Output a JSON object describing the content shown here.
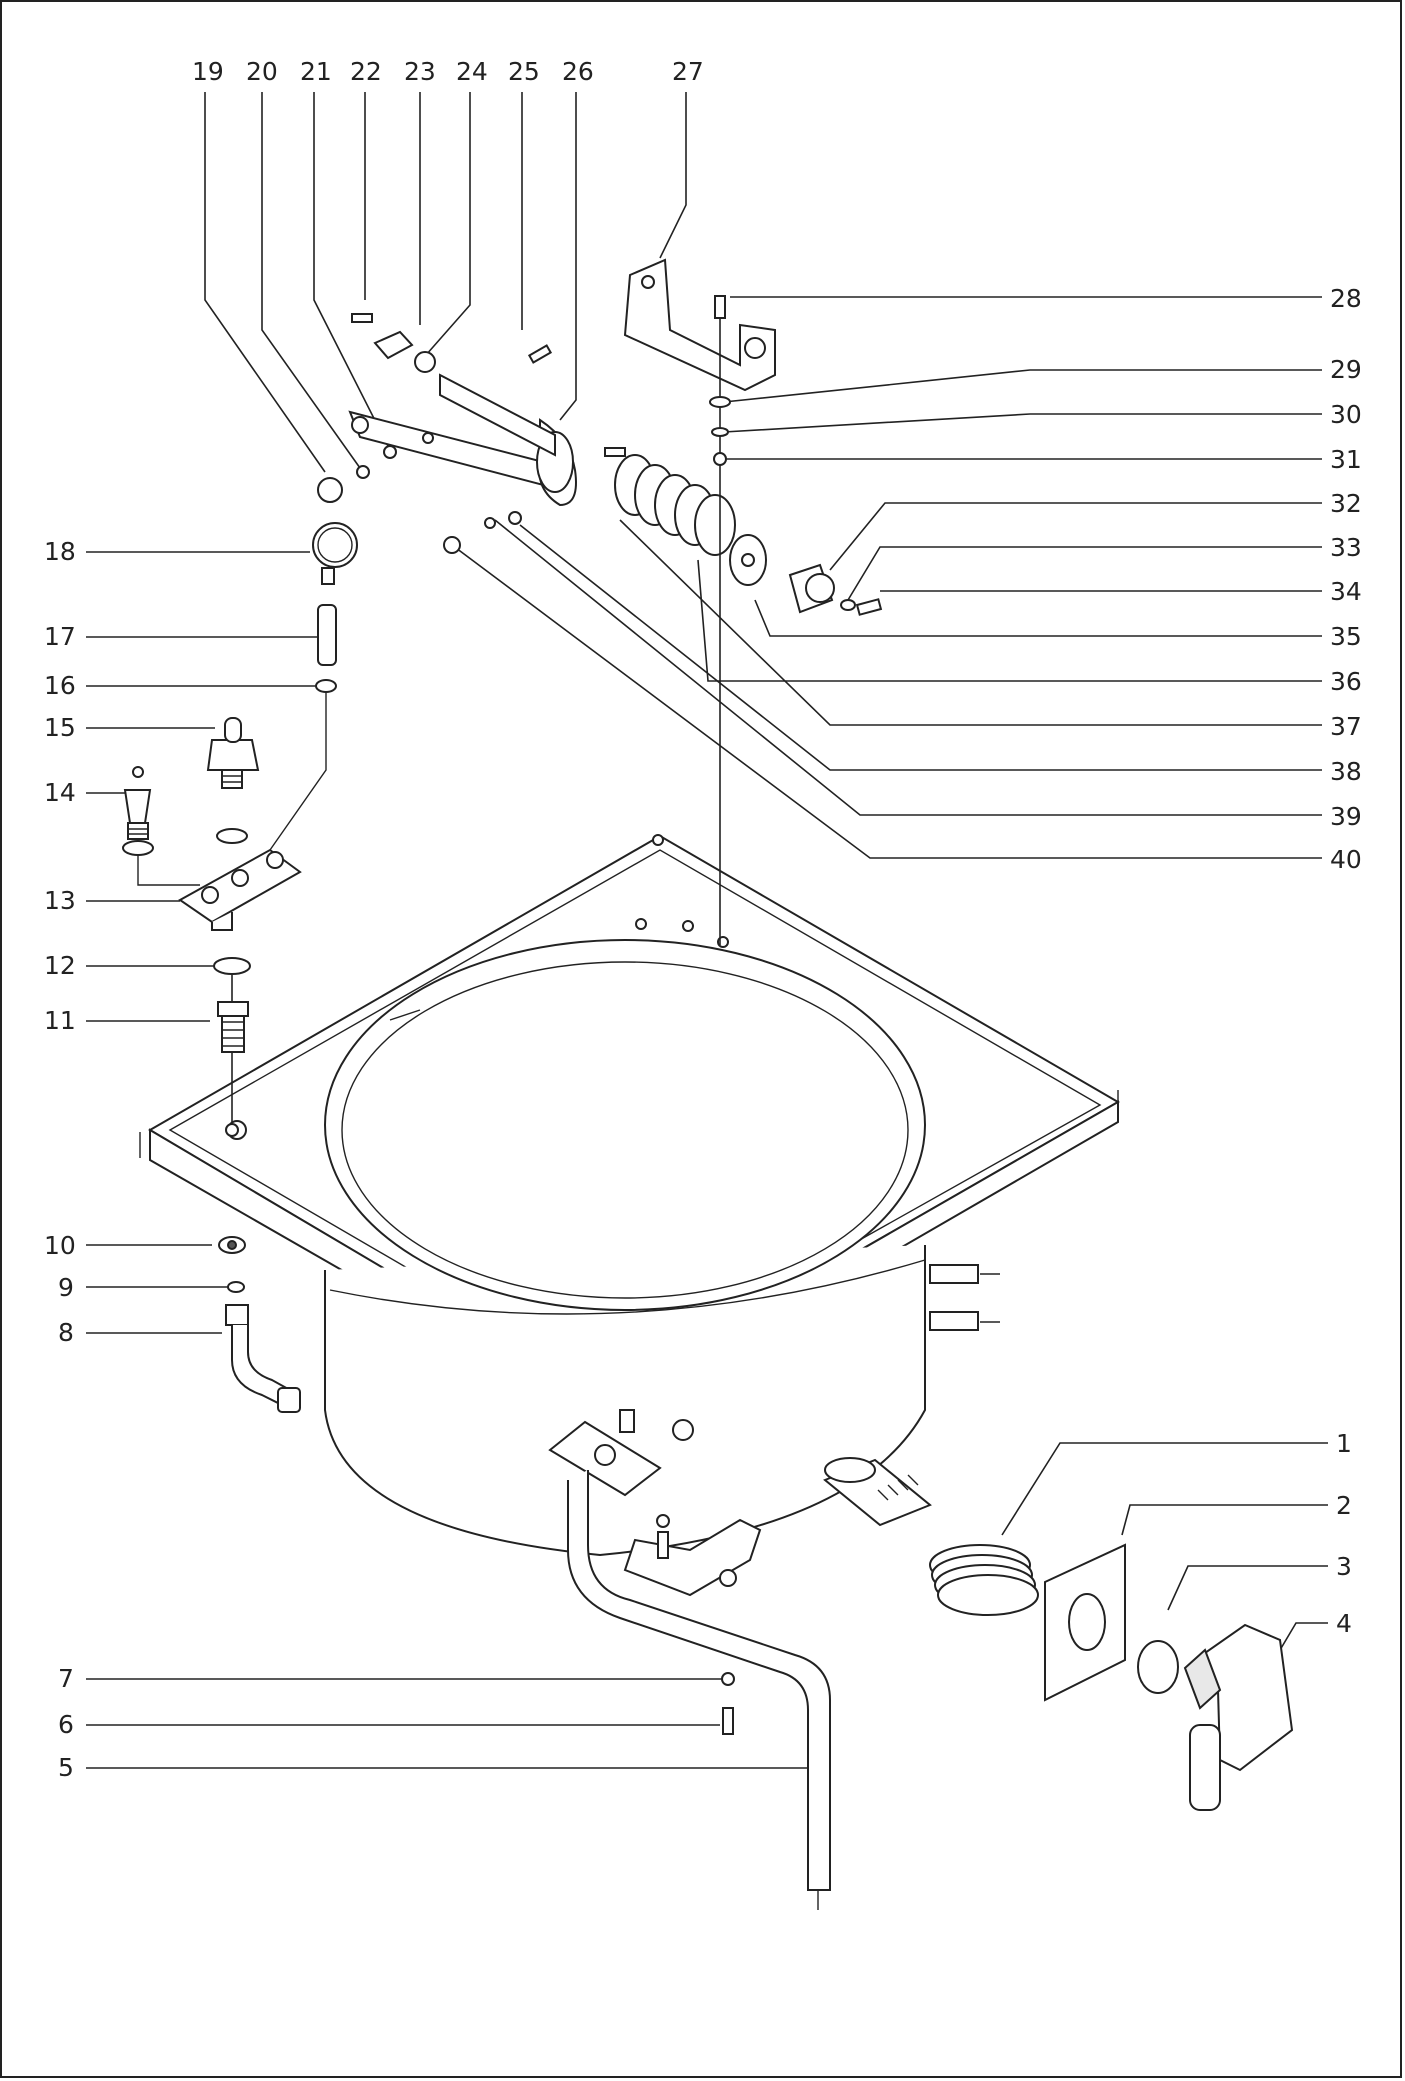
{
  "diagram": {
    "callouts_top": [
      "19",
      "20",
      "21",
      "22",
      "23",
      "24",
      "25",
      "26",
      "27"
    ],
    "callouts_right": [
      "28",
      "29",
      "30",
      "31",
      "32",
      "33",
      "34",
      "35",
      "36",
      "37",
      "38",
      "39",
      "40"
    ],
    "callouts_left_upper": [
      "18",
      "17",
      "16",
      "15",
      "14",
      "13",
      "12",
      "11"
    ],
    "callouts_left_lower": [
      "10",
      "9",
      "8",
      "7",
      "6",
      "5"
    ],
    "callouts_right_lower": [
      "1",
      "2",
      "3",
      "4"
    ]
  }
}
